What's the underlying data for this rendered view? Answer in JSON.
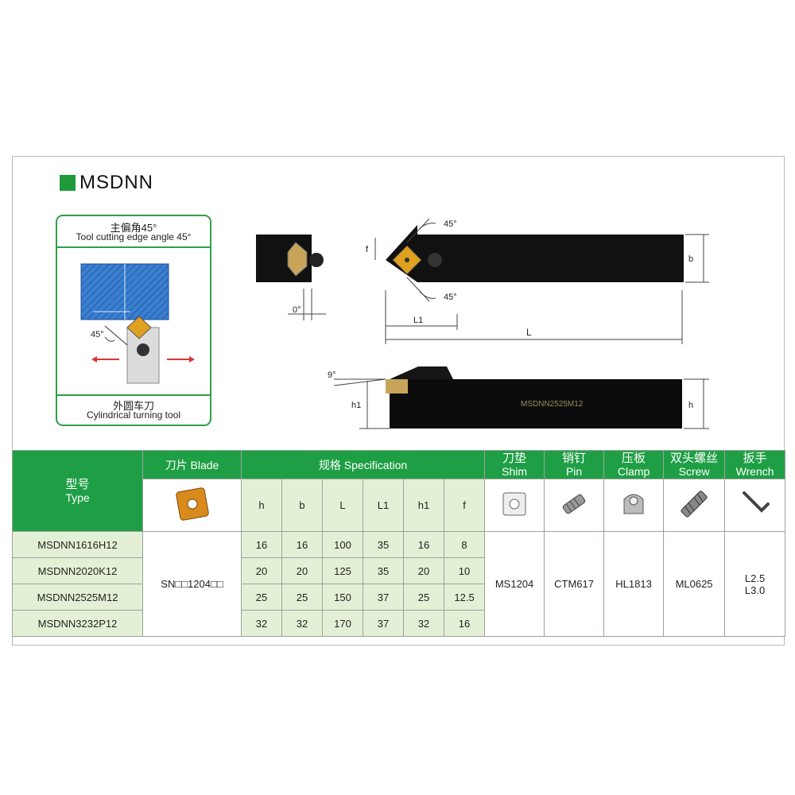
{
  "title": "MSDNN",
  "angle_box": {
    "title_cn": "主偏角45°",
    "title_en": "Tool cutting edge angle 45°",
    "angle_label": "45°",
    "caption_cn": "外圆车刀",
    "caption_en": "Cylindrical turning tool"
  },
  "drawing": {
    "angle_top": "45°",
    "angle_bottom": "45°",
    "angle_zero": "0°",
    "angle_side": "9°",
    "dim_f": "f",
    "dim_b": "b",
    "dim_L1": "L1",
    "dim_L": "L",
    "dim_h1": "h1",
    "dim_h": "h",
    "engraving": "MSDNN2525M12"
  },
  "table": {
    "type_cn": "型号",
    "type_en": "Type",
    "blade_header": "刀片 Blade",
    "spec_header": "规格 Specification",
    "shim_cn": "刀垫",
    "shim_en": "Shim",
    "pin_cn": "销钉",
    "pin_en": "Pin",
    "clamp_cn": "压板",
    "clamp_en": "Clamp",
    "screw_cn": "双头螺丝",
    "screw_en": "Screw",
    "wrench_cn": "扳手",
    "wrench_en": "Wrench",
    "spec_cols": [
      "h",
      "b",
      "L",
      "L1",
      "h1",
      "f"
    ],
    "rows": [
      {
        "type": "MSDNN1616H12",
        "vals": [
          "16",
          "16",
          "100",
          "35",
          "16",
          "8"
        ]
      },
      {
        "type": "MSDNN2020K12",
        "vals": [
          "20",
          "20",
          "125",
          "35",
          "20",
          "10"
        ]
      },
      {
        "type": "MSDNN2525M12",
        "vals": [
          "25",
          "25",
          "150",
          "37",
          "25",
          "12.5"
        ]
      },
      {
        "type": "MSDNN3232P12",
        "vals": [
          "32",
          "32",
          "170",
          "37",
          "32",
          "16"
        ]
      }
    ],
    "blade": "SN□□1204□□",
    "shim": "MS1204",
    "pin": "CTM617",
    "clamp": "HL1813",
    "screw": "ML0625",
    "wrench_1": "L2.5",
    "wrench_2": "L3.0"
  },
  "colors": {
    "accent_green": "#1f9f45",
    "row_green": "#e4f0d6",
    "insert_gold": "#e0a020",
    "work_blue": "#3a7fd0"
  }
}
